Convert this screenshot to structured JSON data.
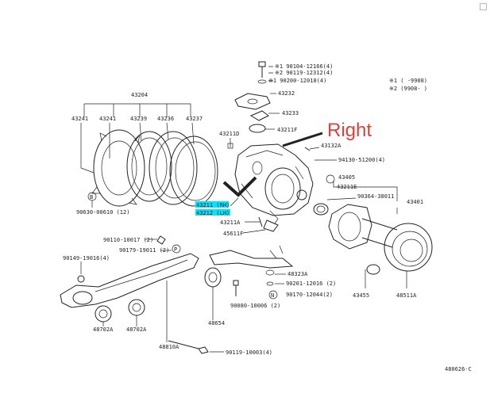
{
  "callout": "Right",
  "labels": {
    "l43204": "43204",
    "l43241a": "43241",
    "l43241b": "43241",
    "l43239": "43239",
    "l43236": "43236",
    "l43237": "43237",
    "lB": "B",
    "l90630": "90630-00610 (12)",
    "n1": "※1 90104-12166(4)",
    "n2": "※2 90119-12312(4)",
    "n3": "※1 90200-12018(4)",
    "l43232": "43232",
    "l43233": "43233",
    "l43211f": "43211F",
    "l43211d": "43211D",
    "l43132a": "43132A",
    "l94130": "94130-51200(4)",
    "l43405": "43405",
    "l43211e": "43211E",
    "l90364": "90364-38011",
    "l43401": "43401",
    "l43211hl": "43211 (RH)",
    "l43212hl": "43212 (LH)",
    "l43211a": "43211A",
    "l45611f": "45611F",
    "l90110": "90110-10017 (2)",
    "l90179": "90179-19011 (2)",
    "l90149": "90149-19016(4)",
    "lP": "P",
    "l48323a": "48323A",
    "l90201": "90201-12016 (2)",
    "lN": "N",
    "l90170": "90170-12044(2)",
    "l90080": "90080-10006 (2)",
    "l43455": "43455",
    "l48511a": "48511A",
    "l48702a": "48702A",
    "l48702ab": "48702A",
    "l48654": "48654",
    "l48810a": "48810A",
    "l90119": "90119-10003(4)",
    "code": "480626-C",
    "key1": "※1 (  -9908)",
    "key2": "※2 (9908-  )"
  }
}
